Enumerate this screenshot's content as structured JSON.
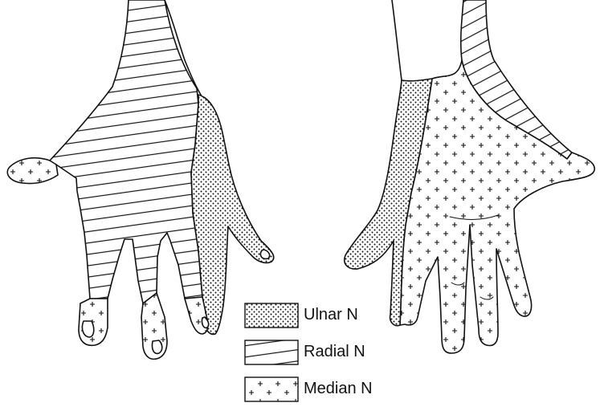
{
  "legend": {
    "items": [
      {
        "key": "ulnar",
        "label": "Ulnar N",
        "pattern": "fine-dots"
      },
      {
        "key": "radial",
        "label": "Radial N",
        "pattern": "diagonal-hatch"
      },
      {
        "key": "median",
        "label": "Median N",
        "pattern": "crosses"
      }
    ]
  },
  "colors": {
    "ink": "#111111",
    "paper": "#ffffff"
  }
}
